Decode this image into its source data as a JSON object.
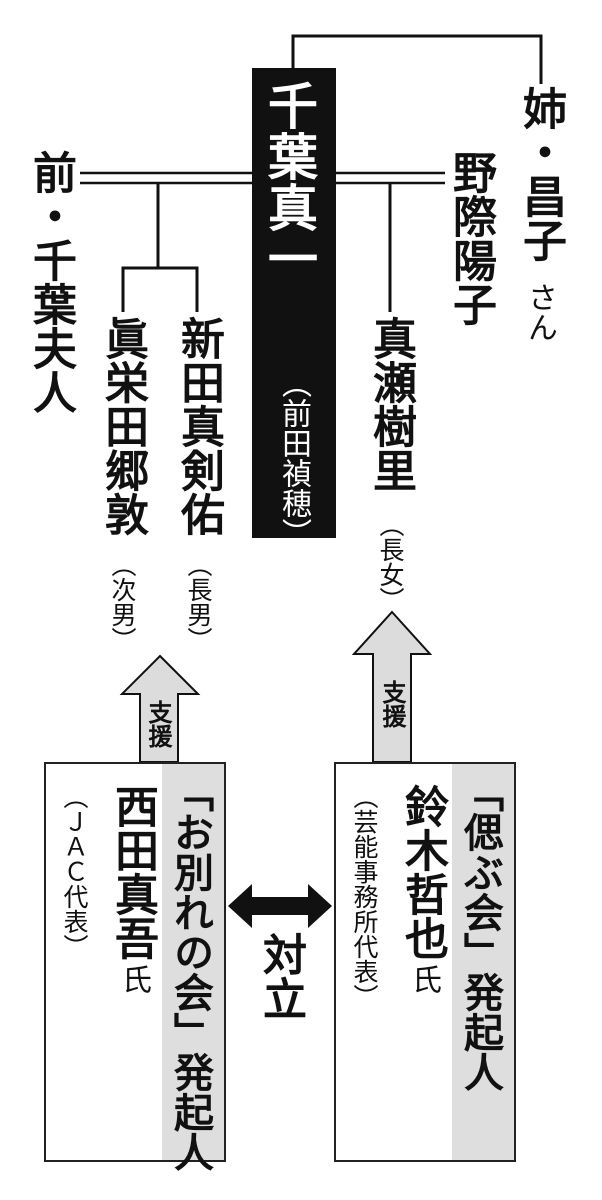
{
  "center": {
    "name": "千葉真一",
    "real_name": "（前田禎穂）"
  },
  "left_people": {
    "former_wife": "前・千葉夫人",
    "son1_name": "新田真剣佑",
    "son1_role": "（長男）",
    "son2_name": "眞栄田郷敦",
    "son2_role": "（次男）"
  },
  "right_people": {
    "sister_name": "姉・昌子",
    "sister_suffix": "さん",
    "ex_wife": "野際陽子",
    "daughter_name": "真瀬樹里",
    "daughter_role": "（長女）"
  },
  "support_label": "支援",
  "conflict_label": "対立",
  "left_box": {
    "name": "西田真吾",
    "suffix": "氏",
    "affiliation": "（ＪＡＣ代表）",
    "role": "「お別れの会」発起人"
  },
  "right_box": {
    "name": "鈴木哲也",
    "suffix": "氏",
    "affiliation": "（芸能事務所代表）",
    "role": "「偲ぶ会」発起人"
  },
  "colors": {
    "black": "#111111",
    "grey_band": "#dedede",
    "arrow_fill": "#dcdcdc"
  }
}
